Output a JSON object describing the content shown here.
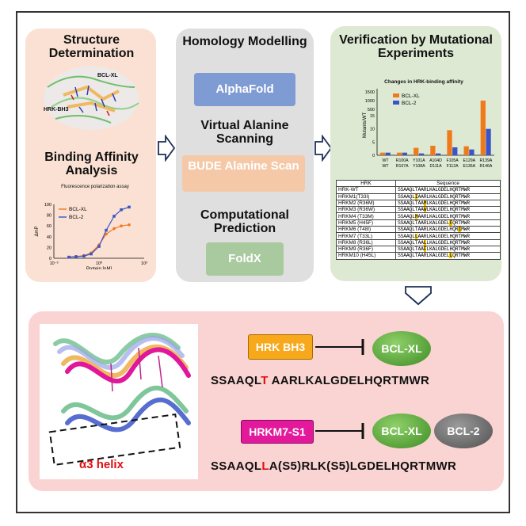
{
  "panel1": {
    "title1": "Structure Determination",
    "struct_label_bclxl": "BCL-XL",
    "struct_label_hrk": "HRK-BH3",
    "title2": "Binding Affinity Analysis",
    "fp_title": "Fluorescence polarization assay",
    "fp_ylabel": "ΔmP",
    "fp_xlabel": "Protein [nM]",
    "fp_legend": [
      "BCL-XL",
      "BCL-2"
    ]
  },
  "panel2": {
    "title1": "Homology Modelling",
    "btn1": "AlphaFold",
    "title2": "Virtual Alanine Scanning",
    "btn2": "BUDE Alanine Scan",
    "title3": "Computational Prediction",
    "btn3": "FoldX"
  },
  "panel3": {
    "title": "Verification by Mutational Experiments",
    "table_headers": [
      "HRK",
      "Sequence"
    ],
    "table_rows": [
      {
        "name": "HRK-WT",
        "pre": "SSAAQLTAARLKALGDELHQRTMWR",
        "hl": "",
        "post": ""
      },
      {
        "name": "HRKM1(T33I)",
        "pre": "SSAAQL",
        "hl": "I",
        "post": "AARLKALGDELHQRTMWR"
      },
      {
        "name": "HRKM2 (R36M)",
        "pre": "SSAAQLTAA",
        "hl": "M",
        "post": "LKALGDELHQRTMWR"
      },
      {
        "name": "HRKM3 (R36W)",
        "pre": "SSAAQLTAA",
        "hl": "W",
        "post": "LKALGDELHQRTMWR"
      },
      {
        "name": "HRKM4 (T33M)",
        "pre": "SSAAQL",
        "hl": "M",
        "post": "AARLKALGDELHQRTMWR"
      },
      {
        "name": "HRKM5 (H45F)",
        "pre": "SSAAQLTAARLKALGDEL",
        "hl": "F",
        "post": "QRTMWR"
      },
      {
        "name": "HRKM6 (T48I)",
        "pre": "SSAAQLTAARLKALGDELHQR",
        "hl": "I",
        "post": "MWR"
      },
      {
        "name": "HRKM7 (T33L)",
        "pre": "SSAAQL",
        "hl": "L",
        "post": "AARLKALGDELHQRTMWR"
      },
      {
        "name": "HRKM8 (R36L)",
        "pre": "SSAAQLTAA",
        "hl": "L",
        "post": "LKALGDELHQRTMWR"
      },
      {
        "name": "HRKM9 (R36F)",
        "pre": "SSAAQLTAA",
        "hl": "F",
        "post": "LKALGDELHQRTMWR"
      },
      {
        "name": "HRKM10 (H45L)",
        "pre": "SSAAQLTAARLKALGDEL",
        "hl": "L",
        "post": "QRTMWR"
      }
    ]
  },
  "panel4": {
    "helix_label": "α3 helix",
    "hrk_tag": "HRK BH3",
    "seq1_pre": "SSAAQL",
    "seq1_red": "T",
    "seq1_post": " AARLKALGDELHQRTMWR",
    "bclxl": "BCL-XL",
    "hrkm_tag": "HRKM7-S1",
    "bcl2": "BCL-2",
    "seq2_pre": "SSAAQL",
    "seq2_red": "L",
    "seq2_post": "A(S5)RLK(S5)LGDELHQRTMWR"
  },
  "colors": {
    "orange": "#f07a1a",
    "blue": "#3a55c8",
    "hrk_tag": "#f7a81b",
    "hrkm_tag": "#e2199b",
    "bclxl_green": "#5fae3a",
    "bcl2_gray": "#666666"
  },
  "chart_data": [
    {
      "type": "scatter",
      "title": "Fluorescence polarization assay",
      "xlabel": "Protein [nM]",
      "ylabel": "ΔmP",
      "x_scale": "log",
      "xlim": [
        0.001,
        1000
      ],
      "ylim": [
        0,
        100
      ],
      "x_ticks": [
        "10⁻³",
        "10⁰",
        "10³"
      ],
      "y_ticks": [
        "0",
        "20",
        "40",
        "60",
        "80",
        "100"
      ],
      "series": [
        {
          "name": "BCL-XL",
          "color": "#f07a1a",
          "x": [
            0.01,
            0.03,
            0.1,
            0.3,
            1,
            3,
            10,
            30,
            100
          ],
          "y": [
            2,
            3,
            5,
            10,
            25,
            45,
            55,
            60,
            62
          ]
        },
        {
          "name": "BCL-2",
          "color": "#3a55c8",
          "x": [
            0.01,
            0.03,
            0.1,
            0.3,
            1,
            3,
            10,
            30,
            100
          ],
          "y": [
            2,
            3,
            4,
            8,
            22,
            52,
            78,
            90,
            95
          ]
        }
      ]
    },
    {
      "type": "bar",
      "title": "Changes in HRK-binding affinity",
      "ylabel": "Mutants/WT",
      "categories": [
        "WT\nWT",
        "R100A\nR107A",
        "Y101A\nY108A",
        "A104D\nD111A",
        "F105A\nF112A",
        "E129A\nE136A",
        "R139A\nR146A"
      ],
      "y_ticks": [
        "0",
        "5",
        "10",
        "15",
        "500",
        "1000",
        "1500"
      ],
      "series": [
        {
          "name": "BCL-XL",
          "color": "#f07a1a",
          "values": [
            1,
            1,
            2.8,
            3.6,
            9.5,
            3.4,
            1000
          ]
        },
        {
          "name": "BCL-2",
          "color": "#3a55c8",
          "values": [
            1,
            1,
            0.7,
            0.7,
            3,
            2.2,
            10
          ]
        }
      ]
    }
  ]
}
